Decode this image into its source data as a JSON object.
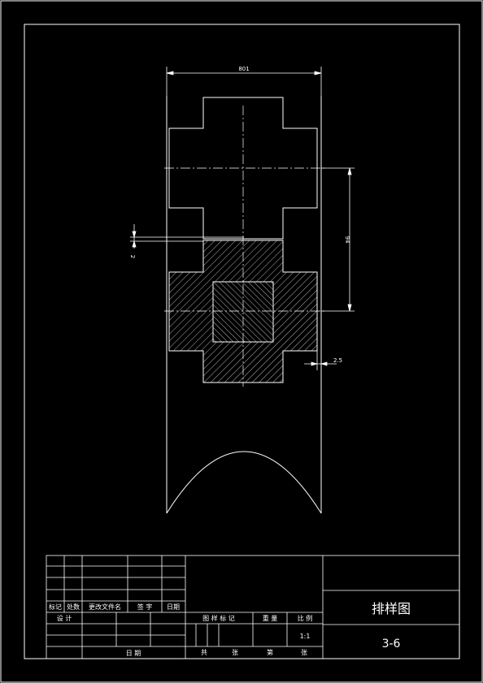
{
  "dimensions": {
    "strip_width": "801",
    "pitch": "94",
    "offset_small": "2",
    "offset_edge": "2.5"
  },
  "title_block": {
    "drawing_title": "排样图",
    "drawing_number": "3-6",
    "scale_value": "1:1",
    "headers": {
      "mark": "标记",
      "count": "处数",
      "change_doc": "更改文件名",
      "signature": "签 字",
      "date": "日期",
      "design": "设 计",
      "stage_mark": "图 样 标 记",
      "weight": "重 量",
      "scale": "比 例",
      "total": "共",
      "sheet_unit": "张",
      "sheet_no": "第",
      "sheet_unit2": "张",
      "date2": "日 期"
    }
  },
  "colors": {
    "background": "#000000",
    "lines": "#ffffff"
  }
}
